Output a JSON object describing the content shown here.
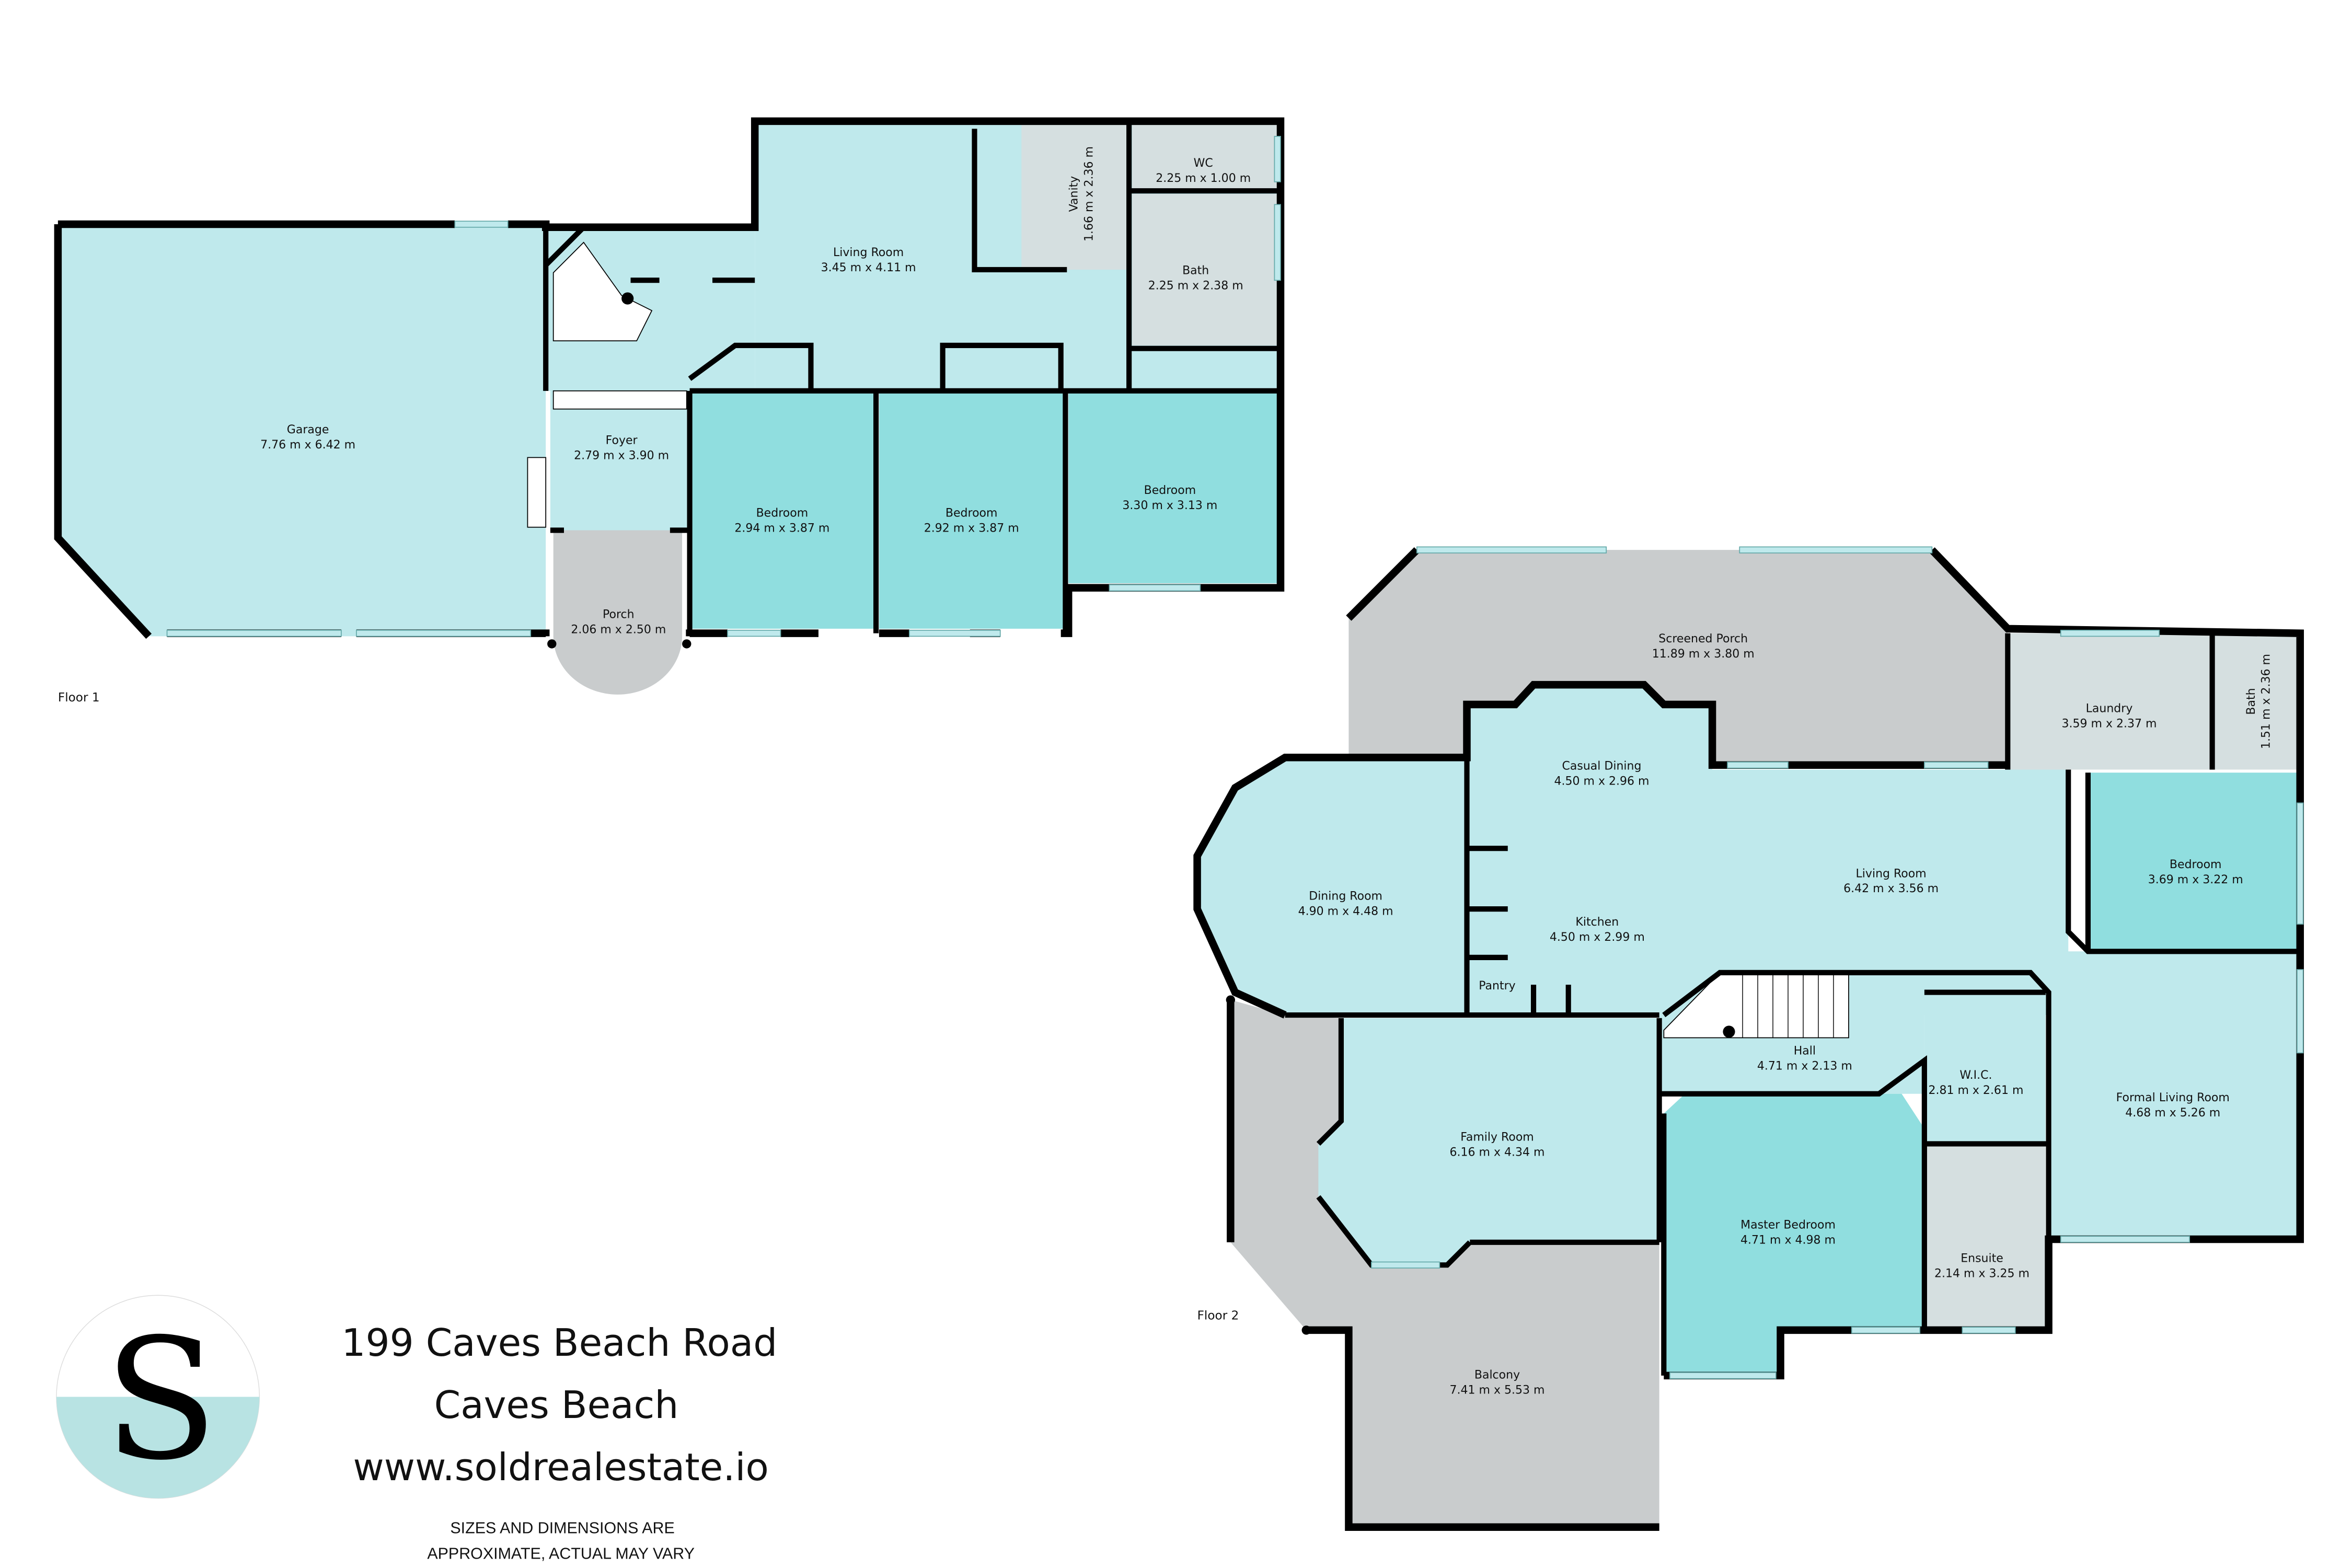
{
  "floor1": {
    "label": "Floor 1",
    "rooms": [
      {
        "name": "Garage",
        "size": "7.76 m x 6.42 m"
      },
      {
        "name": "Living Room",
        "size": "3.45 m x 4.11 m"
      },
      {
        "name": "Vanity",
        "size": "1.66 m x 2.36 m"
      },
      {
        "name": "WC",
        "size": "2.25 m x 1.00 m"
      },
      {
        "name": "Bath",
        "size": "2.25 m x 2.38 m"
      },
      {
        "name": "Foyer",
        "size": "2.79 m x 3.90 m"
      },
      {
        "name": "Bedroom",
        "size": "2.94 m x 3.87 m"
      },
      {
        "name": "Bedroom",
        "size": "2.92 m x 3.87 m"
      },
      {
        "name": "Bedroom",
        "size": "3.30 m x 3.13 m"
      },
      {
        "name": "Porch",
        "size": "2.06 m x 2.50 m"
      }
    ]
  },
  "floor2": {
    "label": "Floor 2",
    "rooms": [
      {
        "name": "Screened Porch",
        "size": "11.89 m x 3.80 m"
      },
      {
        "name": "Laundry",
        "size": "3.59 m x 2.37 m"
      },
      {
        "name": "Bath",
        "size": "1.51 m x 2.36 m"
      },
      {
        "name": "Casual Dining",
        "size": "4.50 m x 2.96 m"
      },
      {
        "name": "Dining Room",
        "size": "4.90 m x 4.48 m"
      },
      {
        "name": "Living Room",
        "size": "6.42 m x 3.56 m"
      },
      {
        "name": "Bedroom",
        "size": "3.69 m x 3.22 m"
      },
      {
        "name": "Kitchen",
        "size": "4.50 m x 2.99 m"
      },
      {
        "name": "Pantry",
        "size": ""
      },
      {
        "name": "Hall",
        "size": "4.71 m x 2.13 m"
      },
      {
        "name": "W.I.C.",
        "size": "2.81 m x 2.61 m"
      },
      {
        "name": "Formal Living Room",
        "size": "4.68 m x 5.26 m"
      },
      {
        "name": "Family Room",
        "size": "6.16 m x 4.34 m"
      },
      {
        "name": "Master Bedroom",
        "size": "4.71 m x 4.98 m"
      },
      {
        "name": "Ensuite",
        "size": "2.14 m x 3.25 m"
      },
      {
        "name": "Balcony",
        "size": "7.41 m x 5.53 m"
      }
    ]
  },
  "branding": {
    "logo_letter": "S",
    "address_line1": "199 Caves Beach Road",
    "address_line2": "Caves Beach",
    "website": "www.soldrealestate.io",
    "disclaimer_line1": "SIZES AND DIMENSIONS ARE",
    "disclaimer_line2": "APPROXIMATE, ACTUAL MAY VARY"
  },
  "colors": {
    "room": "#bfe9ec",
    "bedroom": "#90dedf",
    "outdoor": "#c9cccd",
    "wet": "#d5dfe0",
    "logo_teal": "#b8e3e3"
  }
}
